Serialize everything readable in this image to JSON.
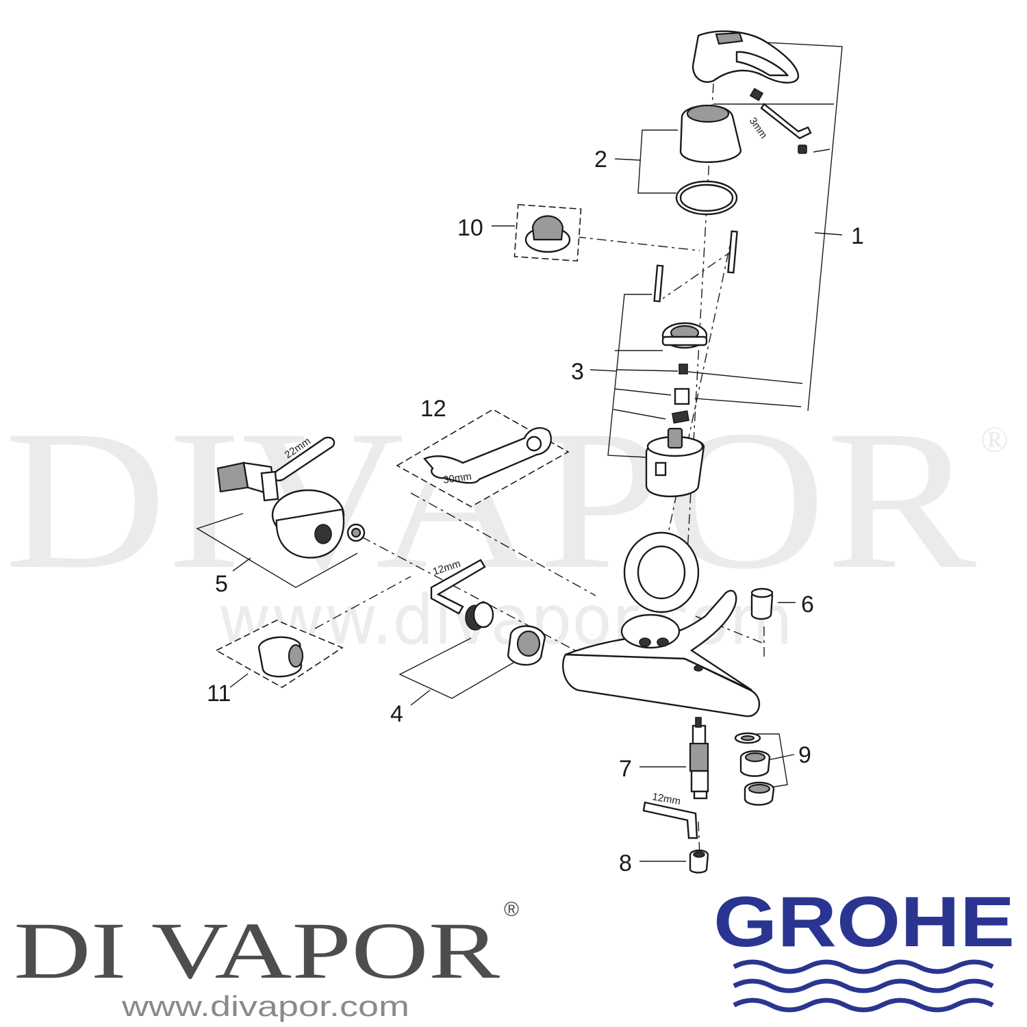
{
  "watermark": {
    "text": "DIVAPOR",
    "registered": "®",
    "url": "www.divapor.com"
  },
  "diagram": {
    "callouts": [
      "1",
      "2",
      "3",
      "4",
      "5",
      "6",
      "7",
      "8",
      "9",
      "10",
      "11",
      "12"
    ],
    "tool_sizes": {
      "hex_key_top": "3mm",
      "spanner_small": "22mm",
      "spanner_large": "30mm",
      "hex_key_left": "12mm",
      "hex_key_bottom": "12mm"
    }
  },
  "footer": {
    "left_brand": "DI VAPOR",
    "left_registered": "®",
    "left_url": "www.divapor.com",
    "right_brand": "GROHE",
    "right_brand_color": "#2a3592"
  }
}
